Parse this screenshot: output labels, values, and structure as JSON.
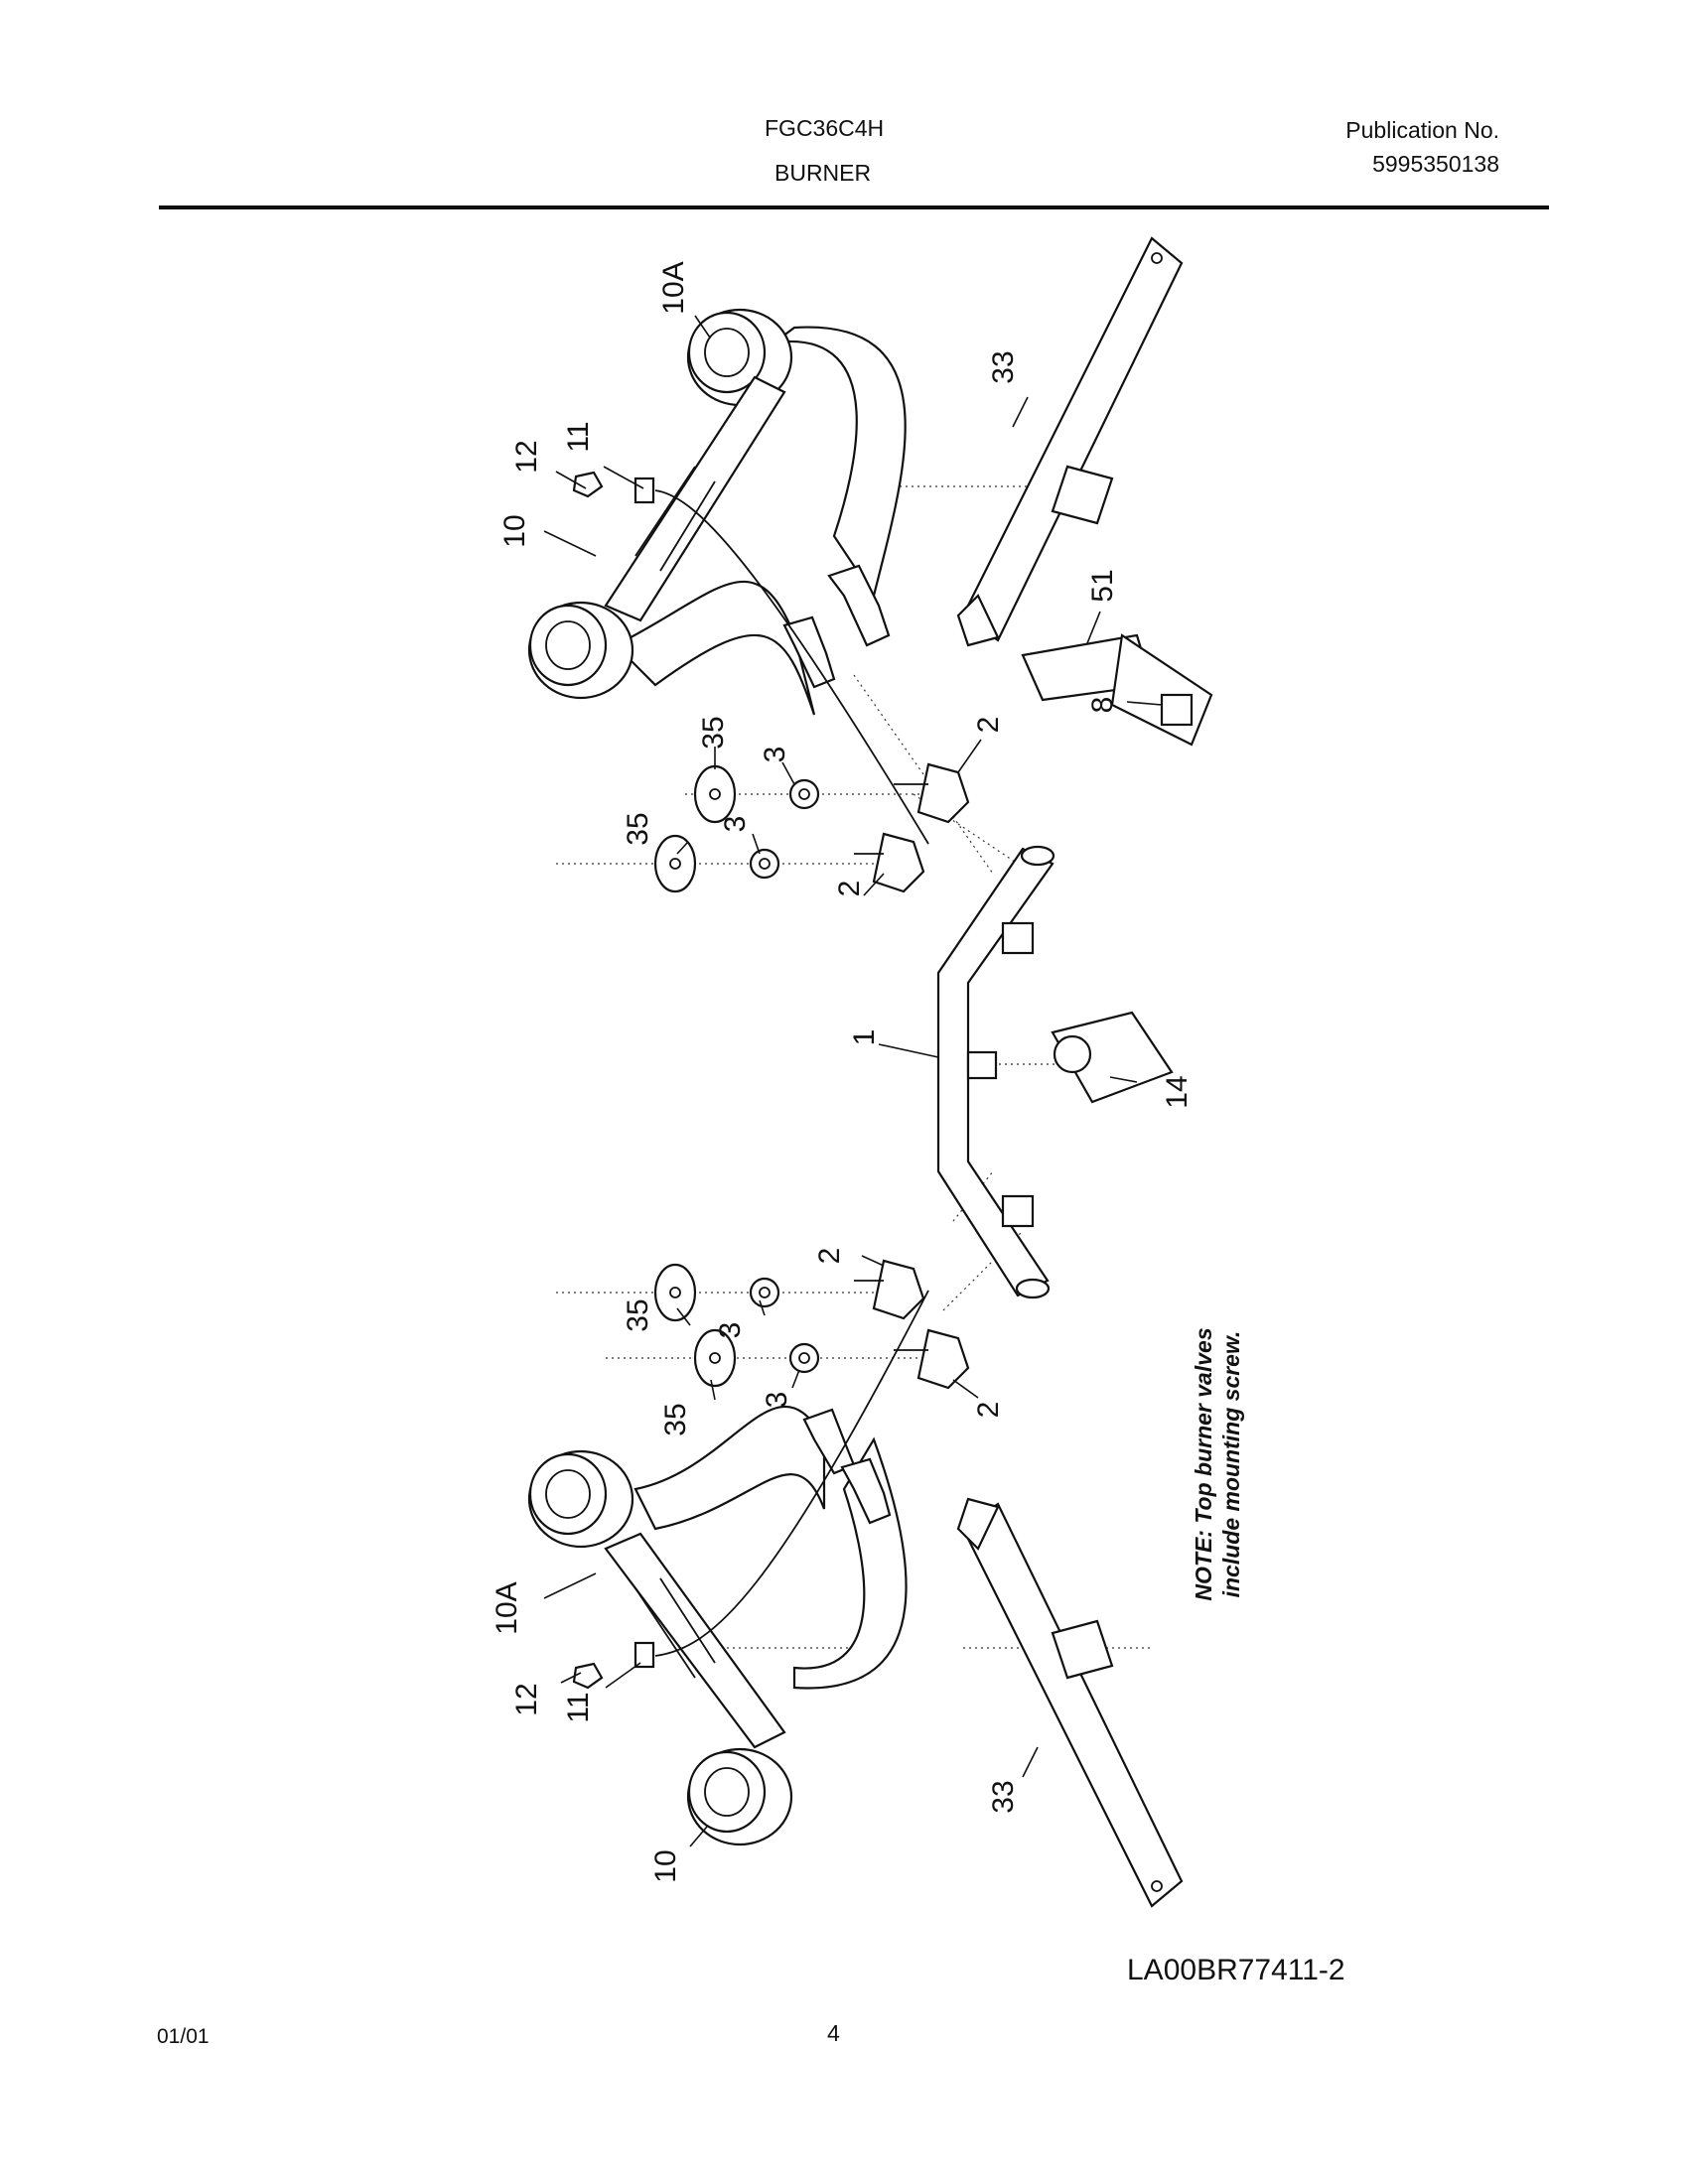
{
  "header": {
    "model": "FGC36C4H",
    "section": "BURNER",
    "publication_label": "Publication No.",
    "publication_number": "5995350138"
  },
  "diagram": {
    "callouts": [
      "10A",
      "33",
      "12",
      "11",
      "10",
      "51",
      "8",
      "35",
      "3",
      "2",
      "1",
      "14"
    ],
    "note_line1": "NOTE: Top burner valves",
    "note_line2": "include mounting screw."
  },
  "footer": {
    "drawing_number": "LA00BR77411-2",
    "date": "01/01",
    "page": "4"
  }
}
